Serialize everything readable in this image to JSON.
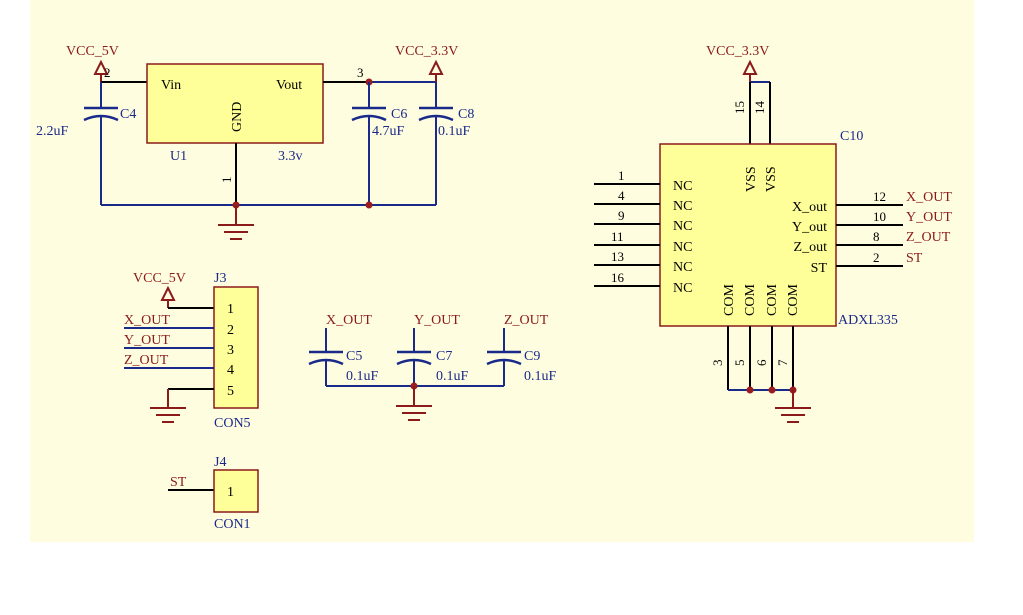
{
  "power": {
    "vcc5_top": "VCC_5V",
    "vcc33_top": "VCC_3.3V",
    "vcc33_adxl": "VCC_3.3V",
    "vcc5_j3": "VCC_5V"
  },
  "regulator": {
    "ref": "U1",
    "value": "3.3v",
    "pin_vin": "Vin",
    "pin_vout": "Vout",
    "pin_gnd": "GND",
    "pinnum_in": "2",
    "pinnum_out": "3",
    "pinnum_gnd": "1"
  },
  "caps": {
    "c4": {
      "ref": "C4",
      "value": "2.2uF"
    },
    "c6": {
      "ref": "C6",
      "value": "4.7uF"
    },
    "c8": {
      "ref": "C8",
      "value": "0.1uF"
    },
    "c5": {
      "ref": "C5",
      "value": "0.1uF"
    },
    "c7": {
      "ref": "C7",
      "value": "0.1uF"
    },
    "c9": {
      "ref": "C9",
      "value": "0.1uF"
    }
  },
  "filter_nets": {
    "x": "X_OUT",
    "y": "Y_OUT",
    "z": "Z_OUT"
  },
  "j3": {
    "ref": "J3",
    "value": "CON5",
    "pins": [
      "1",
      "2",
      "3",
      "4",
      "5"
    ],
    "nets": [
      "X_OUT",
      "Y_OUT",
      "Z_OUT"
    ]
  },
  "j4": {
    "ref": "J4",
    "value": "CON1",
    "pin": "1",
    "net": "ST"
  },
  "adxl": {
    "ref": "C10",
    "value": "ADXL335",
    "left_pins": [
      {
        "num": "1",
        "name": "NC"
      },
      {
        "num": "4",
        "name": "NC"
      },
      {
        "num": "9",
        "name": "NC"
      },
      {
        "num": "11",
        "name": "NC"
      },
      {
        "num": "13",
        "name": "NC"
      },
      {
        "num": "16",
        "name": "NC"
      }
    ],
    "right_pins": [
      {
        "num": "12",
        "name": "X_out",
        "net": "X_OUT"
      },
      {
        "num": "10",
        "name": "Y_out",
        "net": "Y_OUT"
      },
      {
        "num": "8",
        "name": "Z_out",
        "net": "Z_OUT"
      },
      {
        "num": "2",
        "name": "ST",
        "net": "ST"
      }
    ],
    "top_pins": [
      {
        "num": "15",
        "name": "VSS"
      },
      {
        "num": "14",
        "name": "VSS"
      }
    ],
    "bottom_pins": [
      {
        "num": "3",
        "name": "COM"
      },
      {
        "num": "5",
        "name": "COM"
      },
      {
        "num": "6",
        "name": "COM"
      },
      {
        "num": "7",
        "name": "COM"
      }
    ]
  },
  "colors": {
    "sheet": "#fffde0",
    "body_fill": "#ffff99",
    "body_stroke": "#8b1a1a",
    "wire": "#1a2a8a",
    "pin": "#000000",
    "label_red": "#8b1a1a",
    "label_blue": "#1a2a8a",
    "junction": "#9b1c1c",
    "power": "#8b1a1a"
  }
}
